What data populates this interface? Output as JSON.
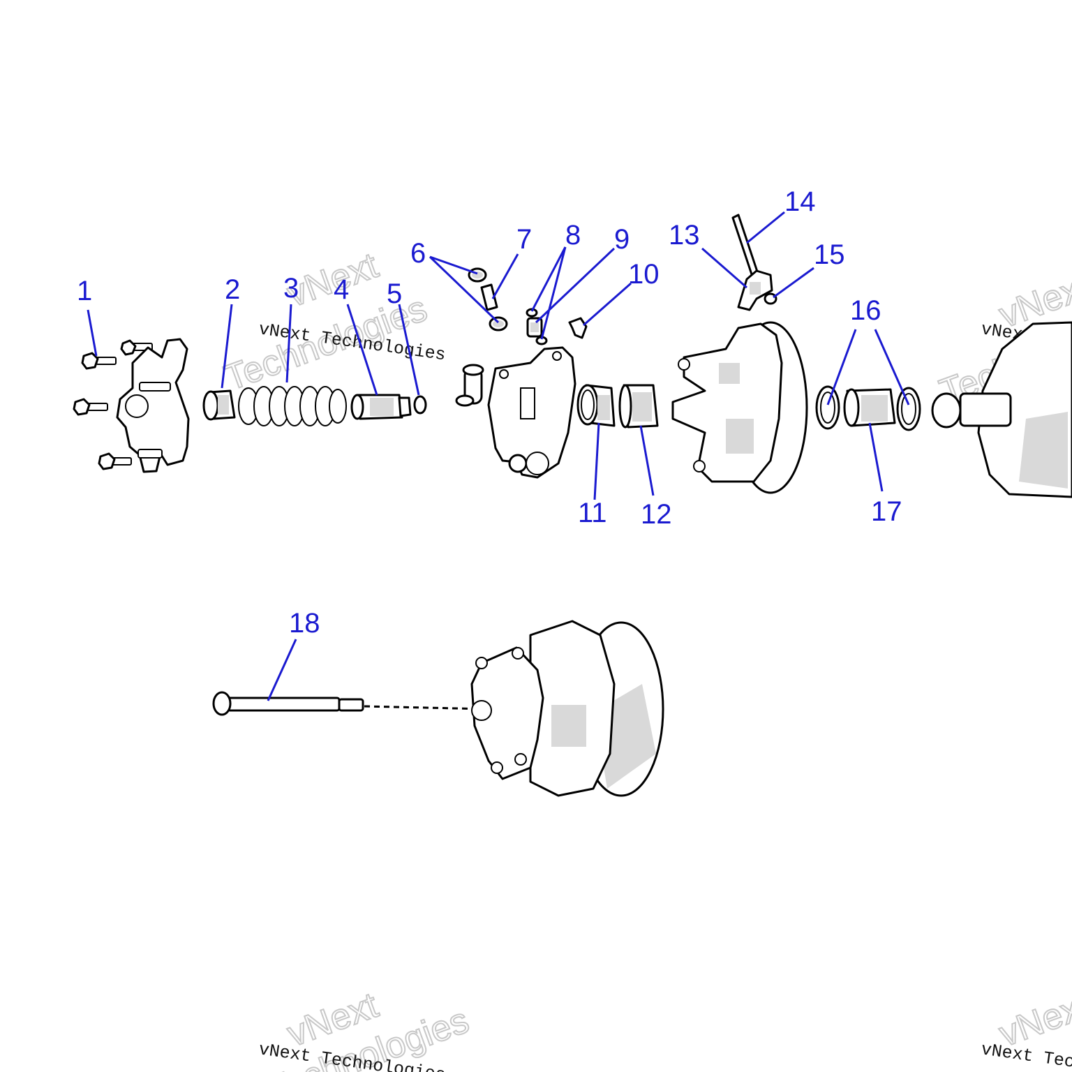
{
  "callouts": [
    {
      "id": 1,
      "label": "1"
    },
    {
      "id": 2,
      "label": "2"
    },
    {
      "id": 3,
      "label": "3"
    },
    {
      "id": 4,
      "label": "4"
    },
    {
      "id": 5,
      "label": "5"
    },
    {
      "id": 6,
      "label": "6"
    },
    {
      "id": 7,
      "label": "7"
    },
    {
      "id": 8,
      "label": "8"
    },
    {
      "id": 9,
      "label": "9"
    },
    {
      "id": 10,
      "label": "10"
    },
    {
      "id": 11,
      "label": "11"
    },
    {
      "id": 12,
      "label": "12"
    },
    {
      "id": 13,
      "label": "13"
    },
    {
      "id": 14,
      "label": "14"
    },
    {
      "id": 15,
      "label": "15"
    },
    {
      "id": 16,
      "label": "16"
    },
    {
      "id": 17,
      "label": "17"
    },
    {
      "id": 18,
      "label": "18"
    }
  ],
  "watermark": {
    "line1": "vNext",
    "line2": "Technologies",
    "small": "vNext Technologies"
  },
  "colors": {
    "callout": "#1a1ad0",
    "line": "#000000",
    "shade": "#d9d9d9"
  }
}
